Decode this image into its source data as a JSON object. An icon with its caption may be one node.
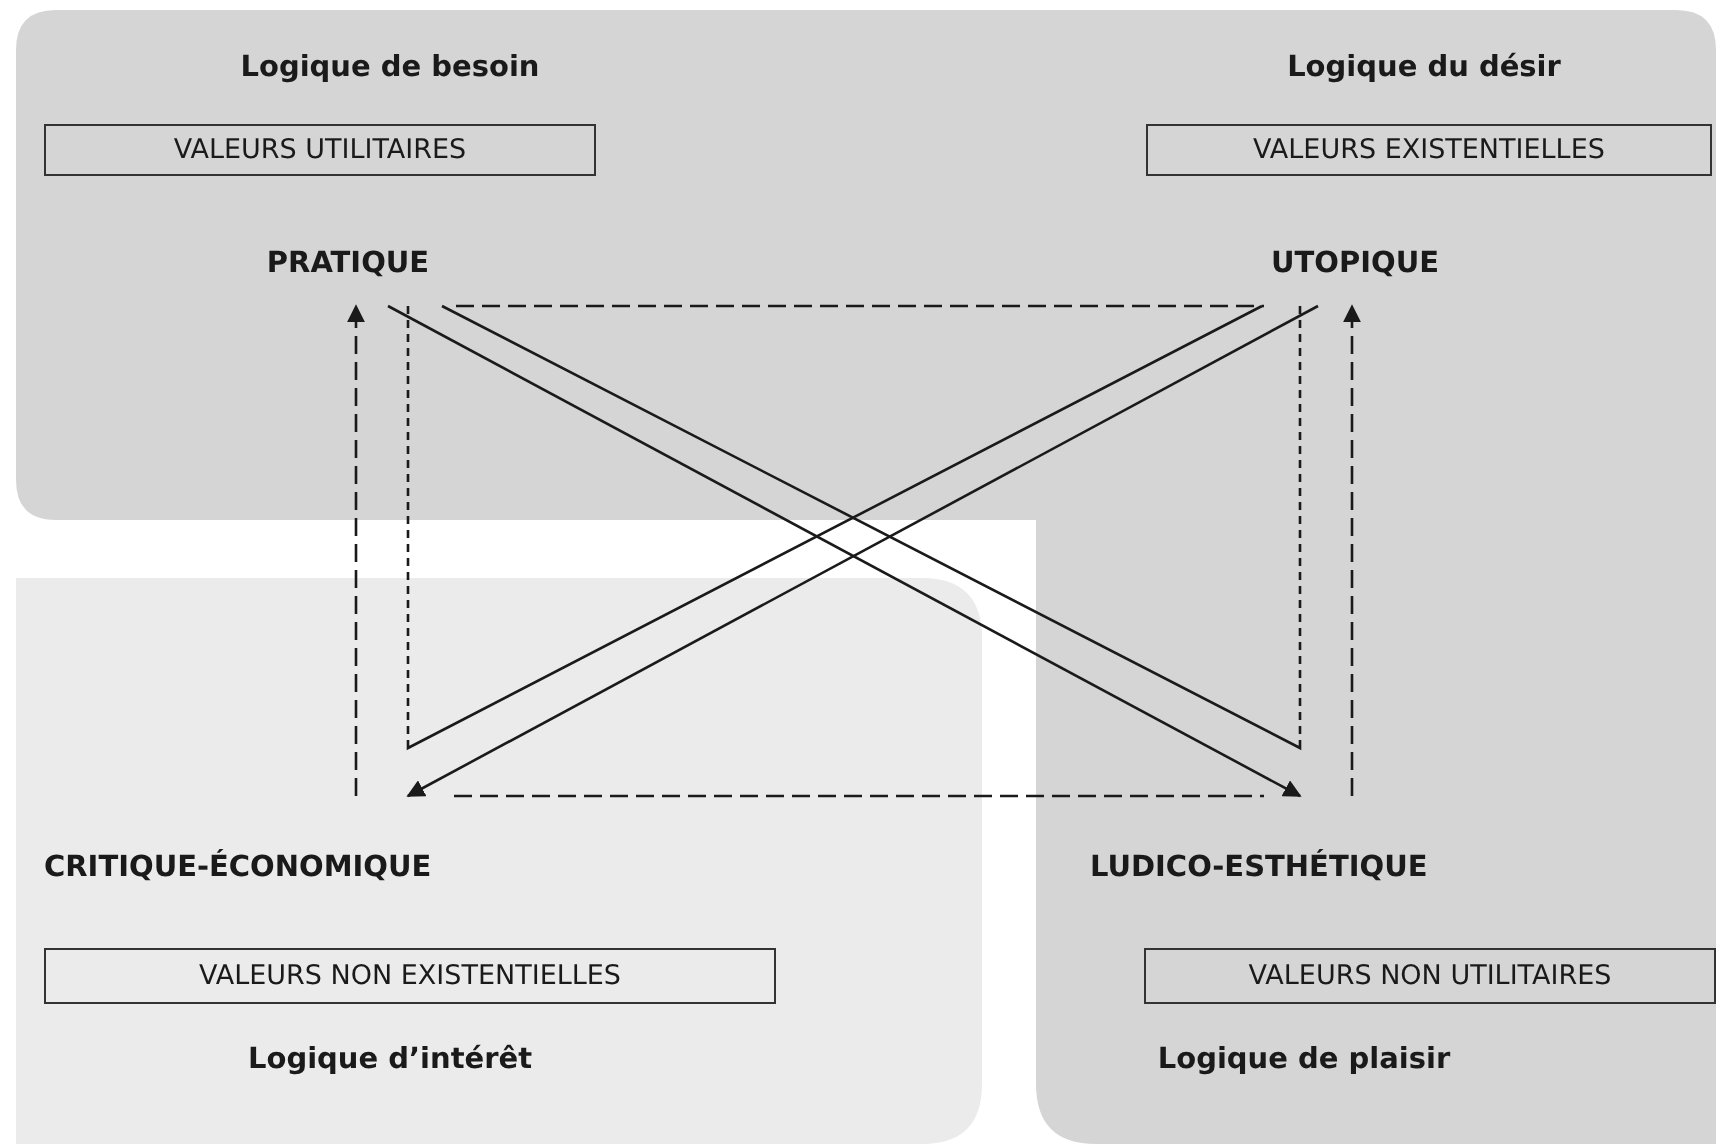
{
  "diagram": {
    "nodes": [
      {
        "text": [
          "VALEURS UTILITAIRES"
        ],
        "beside": [
          "Logique de besoin"
        ]
      },
      {
        "text": [
          "VALEURS EXISTENTIELLES"
        ],
        "beside": [
          "Logique du désir"
        ]
      },
      {
        "text": [
          "PRATIQUE"
        ]
      },
      {
        "text": [
          "UTOPIQUE"
        ]
      },
      {
        "text": [
          "CRITIQUE-ÉCONOMIQUE"
        ]
      },
      {
        "text": [
          "LUDICO-ESTHÉTIQUE"
        ]
      },
      {
        "text": [
          "VALEURS NON EXISTENTIELLES"
        ],
        "beside": [
          "Logique d’intérêt"
        ]
      },
      {
        "text": [
          "VALEURS NON UTILITAIRES"
        ],
        "beside": [
          "Logique de plaisir"
        ]
      }
    ],
    "edges": [
      {
        "from": 4,
        "to": 2,
        "arrow": "to",
        "style": "dashed"
      },
      {
        "from": 5,
        "to": 3,
        "arrow": "to",
        "style": "dashed"
      },
      {
        "from": 3,
        "to": 4,
        "arrow": "to"
      },
      {
        "from": 2,
        "to": 5,
        "arrow": "to"
      },
      {
        "from": 2,
        "to": 3,
        "arrow": "none",
        "style": "dashed"
      },
      {
        "from": 4,
        "to": 5,
        "arrow": "none",
        "style": "dashed"
      },
      {
        "from": 3,
        "to": 2,
        "arrow": "none",
        "style": "dashed"
      },
      {
        "from": 2,
        "to": 3,
        "arrow": "none",
        "style": "dashed"
      }
    ]
  }
}
